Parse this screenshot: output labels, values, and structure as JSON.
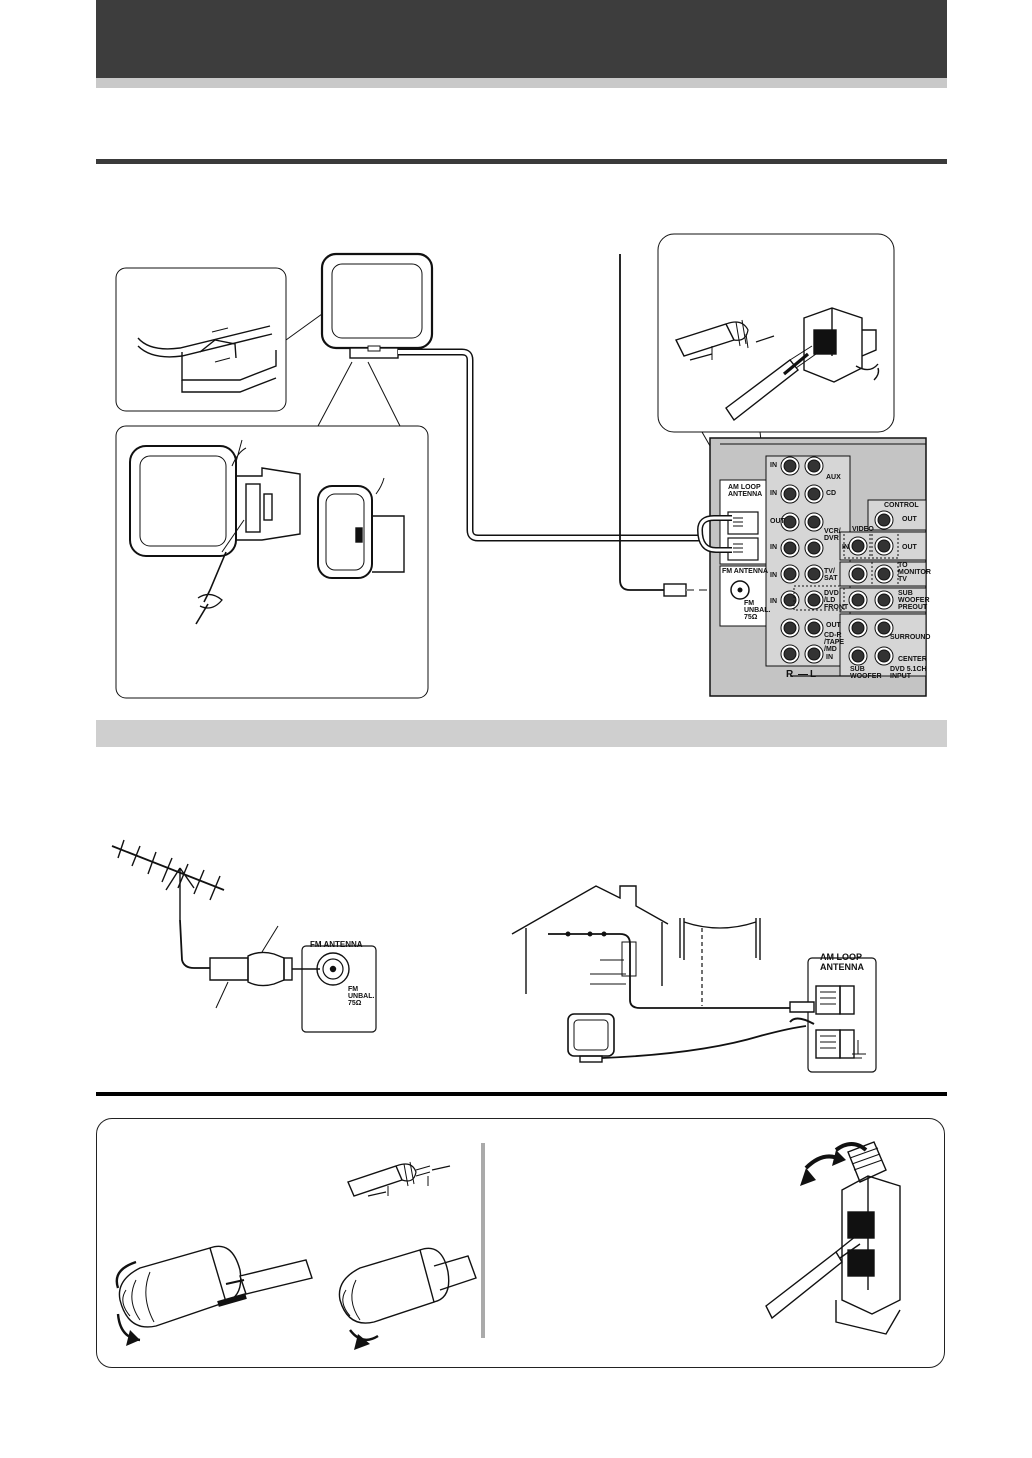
{
  "colors": {
    "header": "#3d3d3d",
    "bar": "#cfcfcf",
    "panel_gray": "#c8c8c8",
    "line": "#111111"
  },
  "rear_panel": {
    "jack_row_labels": [
      "IN",
      "IN",
      "OUT",
      "IN",
      "IN",
      "IN",
      "OUT",
      "IN"
    ],
    "source_labels": [
      "AUX",
      "CD",
      "VCR/\nDVR",
      "TV/\nSAT",
      "DVD\n/LD\nFRONT",
      "CD-R\n/TAPE\n/MD"
    ],
    "am_loop": "AM LOOP\nANTENNA",
    "fm_antenna": "FM ANTENNA",
    "fm_unbal": "FM\nUNBAL.\n75Ω",
    "control": "CONTROL",
    "control_out": "OUT",
    "video": "VIDEO",
    "video_in": "IN",
    "video_out": "OUT",
    "to_monitor": "TO\nMONITOR\nTV",
    "sub_woofer_preout": "SUB\nWOOFER\nPREOUT",
    "surround": "SURROUND",
    "center": "CENTER",
    "sub_woofer": "SUB\nWOOFER",
    "dvd_input": "DVD 5.1CH\nINPUT",
    "r_label": "R",
    "l_label": "L",
    "dash": "—"
  },
  "fm_detail": {
    "fm_antenna": "FM ANTENNA",
    "fm_unbal": "FM\nUNBAL.\n75Ω"
  },
  "am_detail": {
    "am_loop": "AM LOOP\nANTENNA"
  }
}
